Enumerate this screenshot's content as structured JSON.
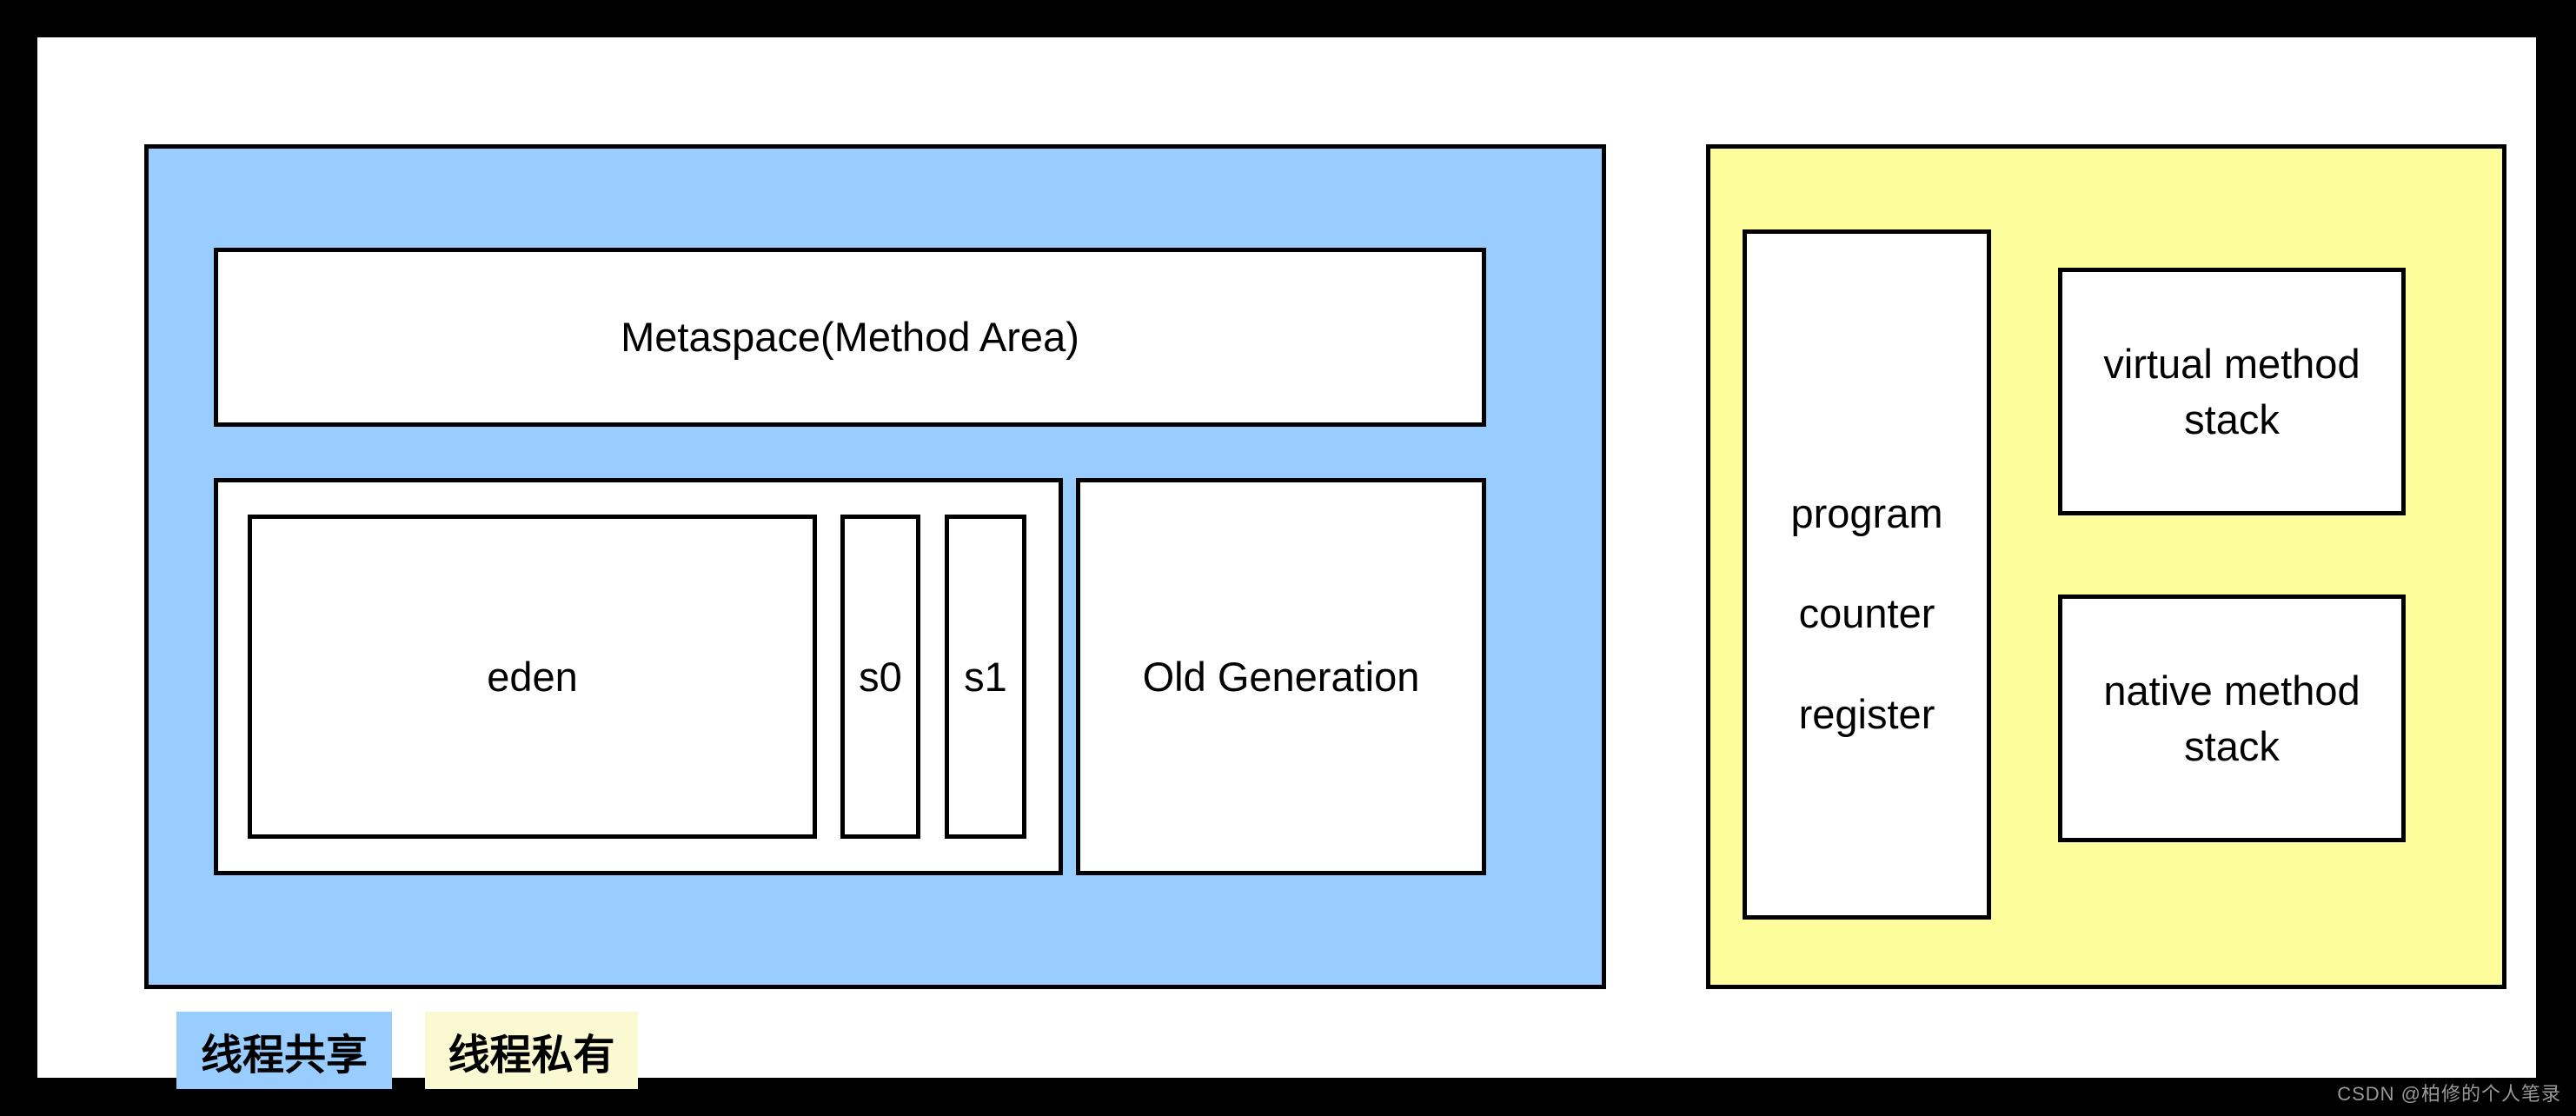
{
  "colors": {
    "outer_background": "#000000",
    "canvas_background": "#FFFFFF",
    "thread_shared_blue": "#99CCFF",
    "thread_private_yellow": "#FDFD9C",
    "legend_private_yellow": "#FBF9D1",
    "box_background": "#FFFFFF",
    "border_line": "#000000",
    "watermark_gray": "#9A9A9A"
  },
  "shared_region": {
    "metaspace_label": "Metaspace(Method Area)",
    "heap": {
      "eden_label": "eden",
      "s0_label": "s0",
      "s1_label": "s1"
    },
    "old_generation_label": "Old Generation"
  },
  "private_region": {
    "program_counter_lines": [
      "program",
      "counter",
      "register"
    ],
    "virtual_method_stack_label": "virtual method stack",
    "native_method_stack_label": "native method stack"
  },
  "legend": {
    "thread_shared": "线程共享",
    "thread_private": "线程私有"
  },
  "watermark": {
    "text": "CSDN @柏修的个人笔录"
  }
}
